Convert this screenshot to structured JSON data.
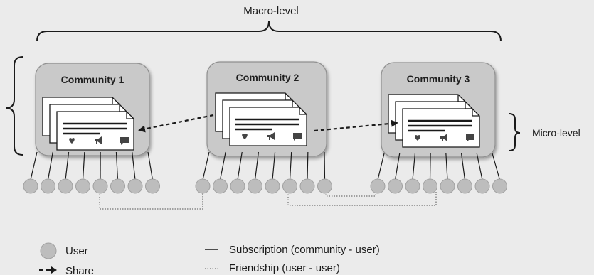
{
  "title": "Macro-level",
  "micro_label": "Micro-level",
  "communities": [
    {
      "name": "Community 1",
      "users": 8
    },
    {
      "name": "Community 2",
      "users": 8
    },
    {
      "name": "Community 3",
      "users": 8
    }
  ],
  "legend": {
    "user": "User",
    "share": "Share",
    "subscription": "Subscription (community - user)",
    "friendship": "Friendship (user - user)"
  },
  "post_icons": [
    "heart-icon",
    "megaphone-icon",
    "comment-icon"
  ],
  "colors": {
    "background": "#ebebeb",
    "community_box": "#c9c9c9",
    "community_border": "#8f8f8f",
    "user_node": "#bdbdbd",
    "ink": "#1a1a1a"
  }
}
